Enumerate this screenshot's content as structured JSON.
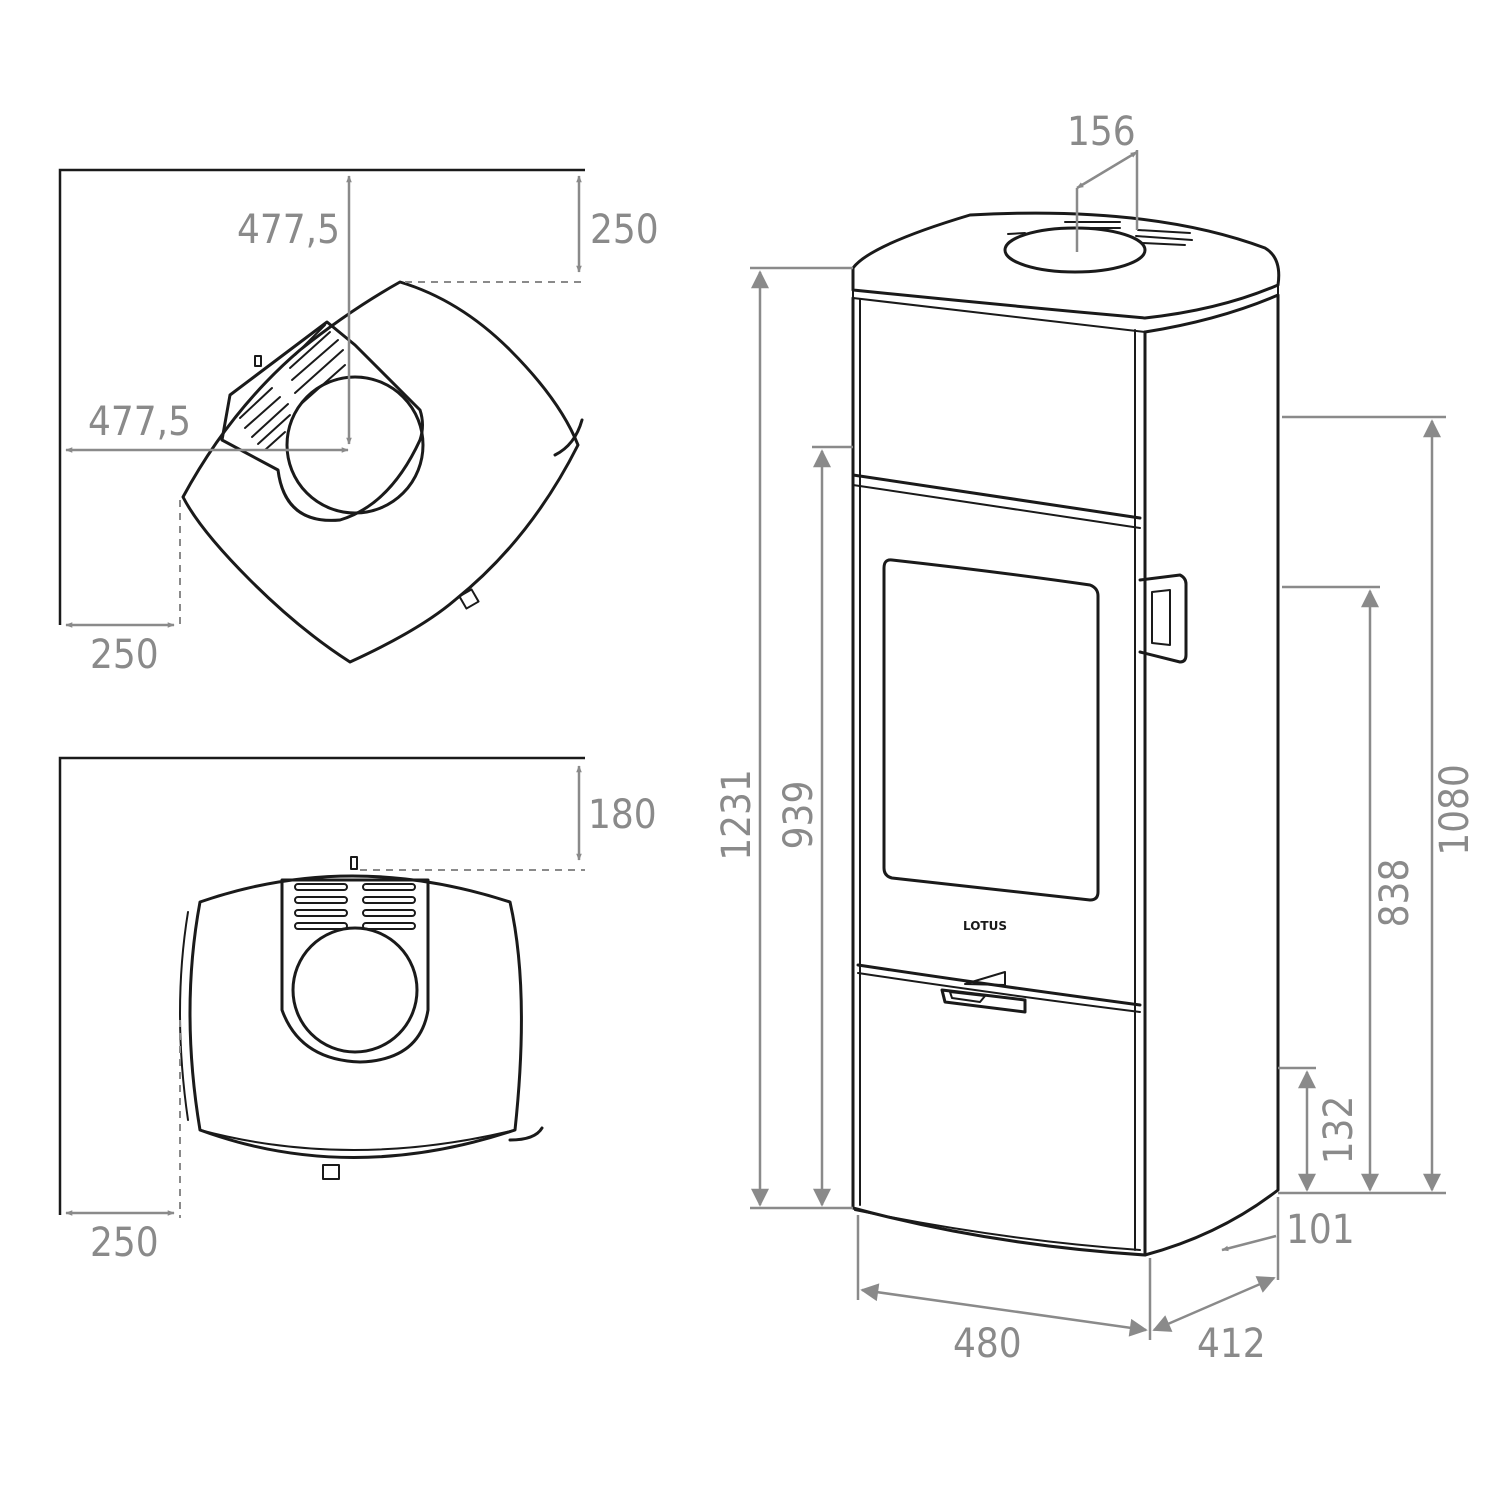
{
  "logo": "LOTUS",
  "corner_view": {
    "dim_top_depth": "477,5",
    "dim_left_depth": "477,5",
    "dim_wall_top": "250",
    "dim_wall_left": "250"
  },
  "wall_view": {
    "dim_wall_back": "180",
    "dim_wall_side": "250"
  },
  "front_view": {
    "dim_flue_offset": "156",
    "dim_total_height": "1231",
    "dim_door_height": "939",
    "dim_side_height": "1080",
    "dim_handle_height": "838",
    "dim_inlet_height": "132",
    "dim_inlet_offset": "101",
    "dim_width": "480",
    "dim_depth": "412"
  }
}
